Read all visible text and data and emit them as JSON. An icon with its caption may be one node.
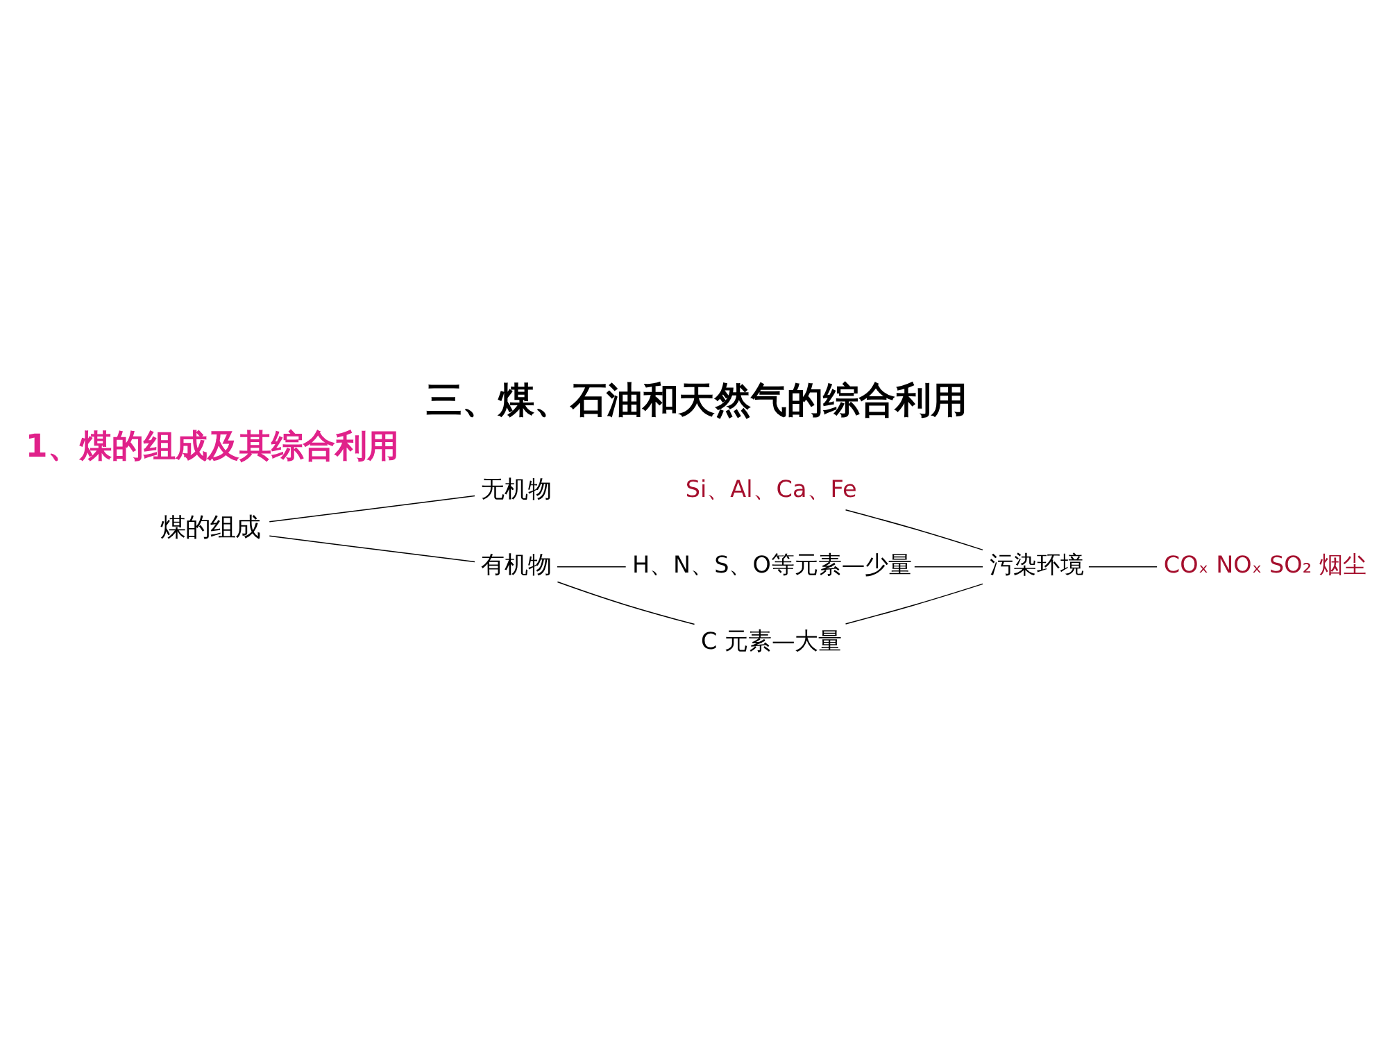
{
  "diagram": {
    "title": "三、煤、石油和天然气的综合利用",
    "nodes": [
      {
        "text": [
          "煤的组成"
        ]
      },
      {
        "text": [
          "无机物"
        ]
      },
      {
        "text": [
          "Si、Al、Ca、Fe"
        ]
      },
      {
        "text": [
          "有机物"
        ]
      },
      {
        "text": [
          "H、N、S、O等元素—少量"
        ]
      },
      {
        "text": [
          "C 元素—大量"
        ]
      },
      {
        "text": [
          "污染环境"
        ]
      },
      {
        "text": [
          "COₓ NOₓ SO₂ 烟尘"
        ]
      }
    ],
    "edges": [
      {
        "from": 0,
        "to": 1,
        "arrow": "none"
      },
      {
        "from": 0,
        "to": 3,
        "arrow": "none"
      },
      {
        "from": 3,
        "to": 4,
        "arrow": "none"
      },
      {
        "from": 3,
        "to": 5,
        "arrow": "none"
      },
      {
        "from": 2,
        "to": 6,
        "arrow": "none"
      },
      {
        "from": 4,
        "to": 6,
        "arrow": "none"
      },
      {
        "from": 5,
        "to": 6,
        "arrow": "none"
      },
      {
        "from": 6,
        "to": 7,
        "arrow": "none"
      }
    ],
    "labels": [
      "1、煤的组成及其综合利用"
    ]
  }
}
